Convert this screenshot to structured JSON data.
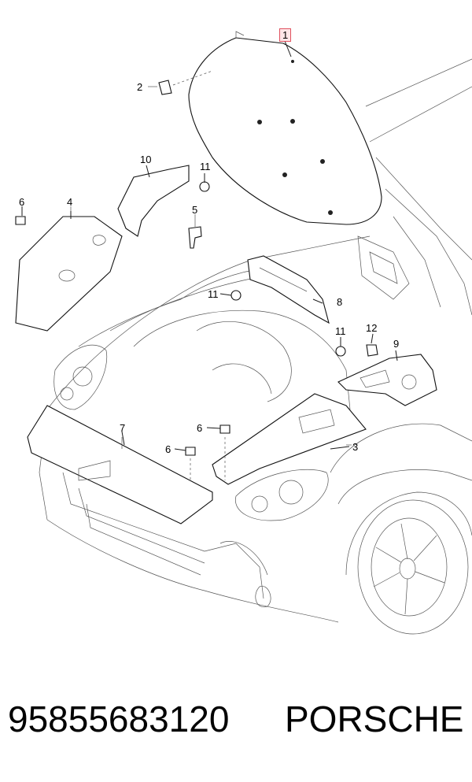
{
  "callouts": [
    {
      "id": "c1",
      "label": "1",
      "highlight": true
    },
    {
      "id": "c2",
      "label": "2"
    },
    {
      "id": "c3",
      "label": "3"
    },
    {
      "id": "c4",
      "label": "4"
    },
    {
      "id": "c5",
      "label": "5"
    },
    {
      "id": "c6a",
      "label": "6"
    },
    {
      "id": "c6b",
      "label": "6"
    },
    {
      "id": "c6c",
      "label": "6"
    },
    {
      "id": "c7",
      "label": "7"
    },
    {
      "id": "c8",
      "label": "8"
    },
    {
      "id": "c9",
      "label": "9"
    },
    {
      "id": "c10",
      "label": "10"
    },
    {
      "id": "c11a",
      "label": "11"
    },
    {
      "id": "c11b",
      "label": "11"
    },
    {
      "id": "c11c",
      "label": "11"
    },
    {
      "id": "c12",
      "label": "12"
    }
  ],
  "footer": {
    "part_number": "95855683120",
    "brand": "PORSCHE"
  },
  "colors": {
    "line": "#1a1a1a",
    "highlight_border": "#e0525f",
    "highlight_fill": "#fde6e8"
  }
}
